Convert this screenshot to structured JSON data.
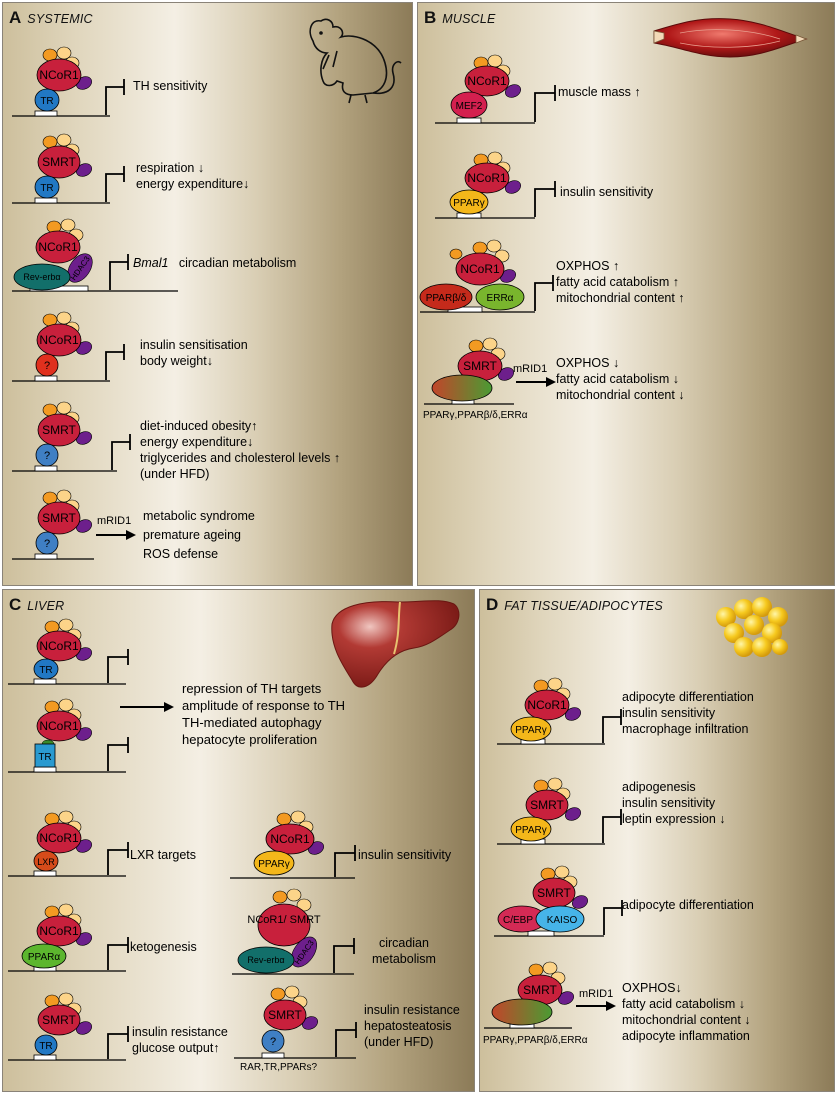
{
  "panels": {
    "A": {
      "letter": "A",
      "name": "SYSTEMIC"
    },
    "B": {
      "letter": "B",
      "name": "MUSCLE"
    },
    "C": {
      "letter": "C",
      "name": "LIVER"
    },
    "D": {
      "letter": "D",
      "name": "FAT TISSUE/ADIPOCYTES"
    }
  },
  "systemic": [
    {
      "corepressor": "NCoR1",
      "factor": "TR",
      "effects": [
        "TH sensitivity"
      ]
    },
    {
      "corepressor": "SMRT",
      "factor": "TR",
      "effects": [
        "respiration ↓",
        "energy expenditure↓"
      ]
    },
    {
      "corepressor": "NCoR1",
      "factor": "Rev-erbα",
      "hdac": "HDAC3",
      "target_gene": "Bmal1",
      "effects": [
        "circadian metabolism"
      ]
    },
    {
      "corepressor": "NCoR1",
      "factor": "?",
      "effects": [
        "insulin sensitisation",
        "body weight↓"
      ]
    },
    {
      "corepressor": "SMRT",
      "factor": "?",
      "effects": [
        "diet-induced obesity↑",
        "energy expenditure↓",
        "triglycerides and cholesterol levels ↑",
        "(under HFD)"
      ]
    },
    {
      "corepressor": "SMRT",
      "factor": "?",
      "mutation": "mRID1",
      "effects": [
        "metabolic syndrome",
        "premature ageing",
        "ROS defense"
      ]
    }
  ],
  "muscle": [
    {
      "corepressor": "NCoR1",
      "factor": "MEF2",
      "effects": [
        "muscle mass ↑"
      ]
    },
    {
      "corepressor": "NCoR1",
      "factor": "PPARγ",
      "effects": [
        "insulin sensitivity"
      ]
    },
    {
      "corepressor": "NCoR1",
      "factor": "PPARβ/δ",
      "factor2": "ERRα",
      "effects": [
        "OXPHOS ↑",
        "fatty acid catabolism ↑",
        "mitochondrial content ↑"
      ]
    },
    {
      "corepressor": "SMRT",
      "mutation": "mRID1",
      "factors_label": "PPARγ,PPARβ/δ,ERRα",
      "effects": [
        "OXPHOS ↓",
        "fatty acid catabolism ↓",
        "mitochondrial content ↓"
      ]
    }
  ],
  "liver": {
    "th_group": {
      "complexes": [
        {
          "corepressor": "NCoR1",
          "factor": "TR"
        },
        {
          "corepressor": "NCoR1",
          "factor": "TR"
        }
      ],
      "effects": [
        "repression of TH targets",
        "amplitude of response to TH",
        "TH-mediated autophagy",
        "hepatocyte proliferation"
      ]
    },
    "items": [
      {
        "corepressor": "NCoR1",
        "factor": "LXR",
        "effects": [
          "LXR targets"
        ]
      },
      {
        "corepressor": "NCoR1",
        "factor": "PPARγ",
        "effects": [
          "insulin sensitivity"
        ]
      },
      {
        "corepressor": "NCoR1",
        "factor": "PPARα",
        "effects": [
          "ketogenesis"
        ]
      },
      {
        "corepressor": "NCoR1/ SMRT",
        "factor": "Rev-erbα",
        "hdac": "HDAC3",
        "effects": [
          "circadian",
          "metabolism"
        ]
      },
      {
        "corepressor": "SMRT",
        "factor": "TR",
        "effects": [
          "insulin resistance",
          "glucose output↑"
        ]
      },
      {
        "corepressor": "SMRT",
        "factor": "?",
        "factors_label": "RAR,TR,PPARs?",
        "effects": [
          "insulin resistance",
          "hepatosteatosis",
          "(under HFD)"
        ]
      }
    ]
  },
  "adipose": [
    {
      "corepressor": "NCoR1",
      "factor": "PPARγ",
      "effects": [
        "adipocyte differentiation",
        "insulin sensitivity",
        "macrophage infiltration"
      ]
    },
    {
      "corepressor": "SMRT",
      "factor": "PPARγ",
      "effects": [
        "adipogenesis",
        "insulin sensitivity",
        "leptin expression ↓"
      ]
    },
    {
      "corepressor": "SMRT",
      "factor": "C/EBP",
      "factor2": "KAISO",
      "effects": [
        "adipocyte differentiation"
      ]
    },
    {
      "corepressor": "SMRT",
      "mutation": "mRID1",
      "factors_label": "PPARγ,PPARβ/δ,ERRα",
      "effects": [
        "OXPHOS↓",
        "fatty acid catabolism ↓",
        "mitochondrial content ↓",
        "adipocyte inflammation"
      ]
    }
  ],
  "colors": {
    "corepressor": "#c8203c",
    "small_orange": "#f39a22",
    "small_cream": "#fcd489",
    "purple": "#6d1f8c",
    "tr": "#2178c4",
    "mef2": "#d4204f",
    "pparg": "#f4b71a",
    "pparbd": "#c52a1b",
    "erra": "#79b52d",
    "reverb": "#126f6a",
    "lxr": "#d64b1a",
    "pparalpha": "#5cb62e",
    "cebp": "#d42a55",
    "kaiso": "#46b4e8",
    "unknown": "#3f7fc4",
    "mixed_start": "#c2452a",
    "mixed_end": "#4a9b33",
    "hdac": "#6d1f8c"
  }
}
